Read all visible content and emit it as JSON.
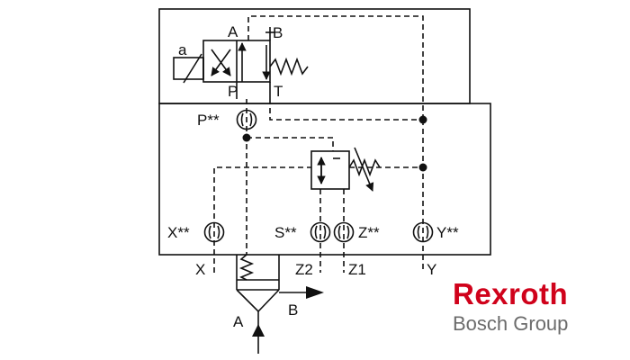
{
  "pilot_valve": {
    "solenoid_label": "a",
    "ports": {
      "a": "A",
      "b": "B",
      "p": "P",
      "t": "T"
    }
  },
  "main_block": {
    "plugs": {
      "p": "P**",
      "x": "X**",
      "s": "S**",
      "z": "Z**",
      "y": "Y**"
    },
    "ports": {
      "x": "X",
      "z2": "Z2",
      "z1": "Z1",
      "y": "Y"
    }
  },
  "cartridge": {
    "ports": {
      "a": "A",
      "b": "B"
    }
  },
  "brand": {
    "name": "Rexroth",
    "group": "Bosch Group",
    "color": "#d0021b"
  }
}
